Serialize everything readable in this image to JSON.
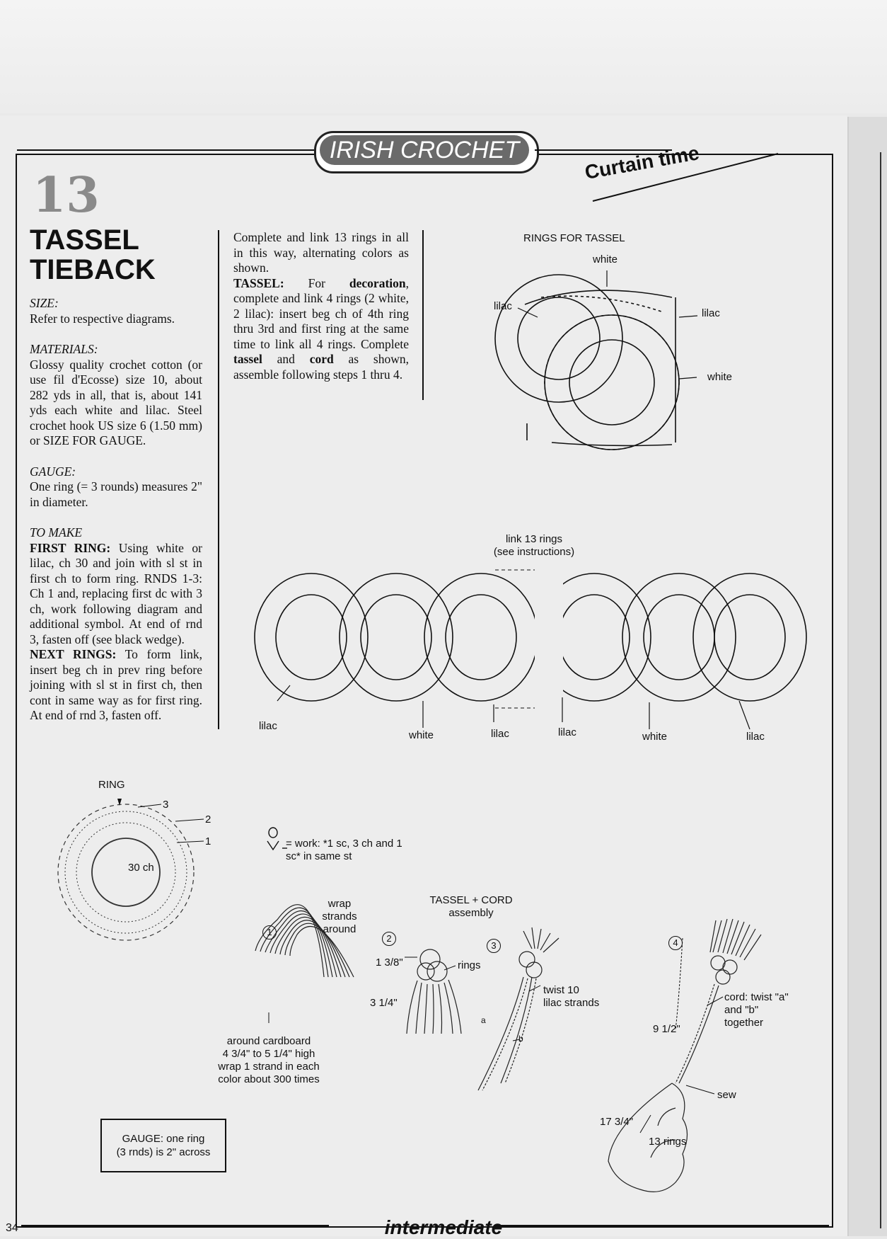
{
  "header": {
    "section": "IRISH CROCHET",
    "subtitle": "Curtain time"
  },
  "pattern": {
    "number": "13",
    "title_line1": "TASSEL",
    "title_line2": "TIEBACK"
  },
  "column1": {
    "size_head": "SIZE:",
    "size_text": "Refer to respective diagrams.",
    "materials_head": "MATERIALS:",
    "materials_text": "Glossy quality crochet cotton (or use fil d'Ecosse) size 10, about 282 yds in all, that is, about 141 yds each white and lilac. Steel crochet hook US size 6 (1.50 mm) or SIZE FOR GAUGE.",
    "gauge_head": "GAUGE:",
    "gauge_text": "One ring (= 3 rounds) measures 2\" in diameter.",
    "tomake_head": "TO MAKE",
    "first_ring_label": "FIRST RING:",
    "first_ring_text": " Using white or lilac, ch 30 and join with sl st in first ch to form ring. RNDS 1-3: Ch 1 and, replacing first dc with 3 ch, work following diagram and additional symbol. At end of rnd 3, fasten off (see black wedge).",
    "next_rings_label": "NEXT RINGS:",
    "next_rings_text": " To form link, insert beg ch in prev ring before joining with sl st in first ch, then cont in same way as for first ring. At end of rnd 3, fasten off."
  },
  "column2": {
    "text1": "Complete and link 13 rings in all in this way, alternating colors as shown.",
    "tassel_label": "TASSEL:",
    "t_a": " For ",
    "t_b": "decoration",
    "t_c": ", complete and link 4 rings (2 white, 2 lilac): insert beg ch of 4th ring thru 3rd and first ring at the same time to link all 4 rings. Complete ",
    "t_d": "tassel",
    "t_e": " and ",
    "t_f": "cord",
    "t_g": " as shown, assemble following steps 1 thru 4."
  },
  "diagram_rings_tassel": {
    "title": "RINGS FOR TASSEL",
    "white_top": "white",
    "lilac_left": "lilac",
    "lilac_right": "lilac",
    "white_right": "white"
  },
  "diagram_link": {
    "title_line1": "link 13 rings",
    "title_line2": "(see instructions)",
    "labels": [
      "lilac",
      "white",
      "lilac",
      "lilac",
      "white",
      "lilac"
    ]
  },
  "diagram_ring": {
    "title": "RING",
    "center": "30 ch",
    "rounds": [
      "1",
      "2",
      "3"
    ]
  },
  "symbol": {
    "text_line1": "= work: *1 sc, 3 ch and 1",
    "text_line2": "sc* in same st"
  },
  "assembly": {
    "title_line1": "TASSEL + CORD",
    "title_line2": "assembly",
    "step_numbers": [
      "1",
      "2",
      "3",
      "4"
    ],
    "wrap_line1": "wrap",
    "wrap_line2": "strands",
    "wrap_line3": "around",
    "cardboard_line1": "around cardboard",
    "cardboard_line2": "4 3/4\" to 5 1/4\" high",
    "cardboard_line3": "wrap 1 strand in each",
    "cardboard_line4": "color about 300 times",
    "dim_138": "1 3/8\"",
    "dim_314": "3 1/4\"",
    "rings": "rings",
    "twist_line1": "twist 10",
    "twist_line2": "lilac strands",
    "strand_a": "a",
    "strand_b": "b",
    "cord_line1": "cord: twist \"a\"",
    "cord_line2": "and \"b\"",
    "cord_line3": "together",
    "dim_912": "9 1/2\"",
    "sew": "sew",
    "dim_1734": "17 3/4\"",
    "rings13": "13 rings"
  },
  "gauge_box": {
    "line1": "GAUGE: one ring",
    "line2": "(3 rnds) is 2\" across"
  },
  "footer": {
    "page_number": "34",
    "level": "intermediate"
  }
}
